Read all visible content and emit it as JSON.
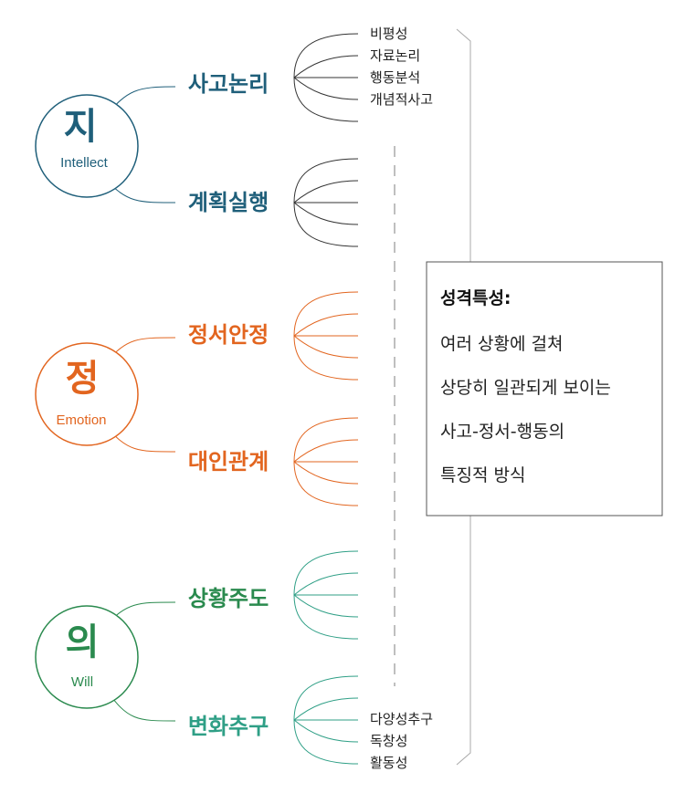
{
  "colors": {
    "intellect": "#1f5f7a",
    "emotion": "#e2651f",
    "will": "#2a8a4e",
    "will_teal": "#2f9f86",
    "neutral": "#333333",
    "bracket": "#aaaaaa"
  },
  "groups": [
    {
      "char": "지",
      "label": "Intellect",
      "branches": [
        {
          "name": "사고논리",
          "items": [
            "비평성",
            "자료논리",
            "행동분석",
            "개념적사고"
          ]
        },
        {
          "name": "계획실행",
          "items": []
        }
      ]
    },
    {
      "char": "정",
      "label": "Emotion",
      "branches": [
        {
          "name": "정서안정",
          "items": []
        },
        {
          "name": "대인관계",
          "items": []
        }
      ]
    },
    {
      "char": "의",
      "label": "Will",
      "branches": [
        {
          "name": "상황주도",
          "items": []
        },
        {
          "name": "변화추구",
          "items": [
            "다양성추구",
            "독창성",
            "활동성"
          ]
        }
      ]
    }
  ],
  "definition": {
    "title": "성격특성:",
    "lines": [
      "여러 상황에 걸쳐",
      "상당히 일관되게 보이는",
      "사고-정서-행동의",
      "특징적 방식"
    ]
  }
}
